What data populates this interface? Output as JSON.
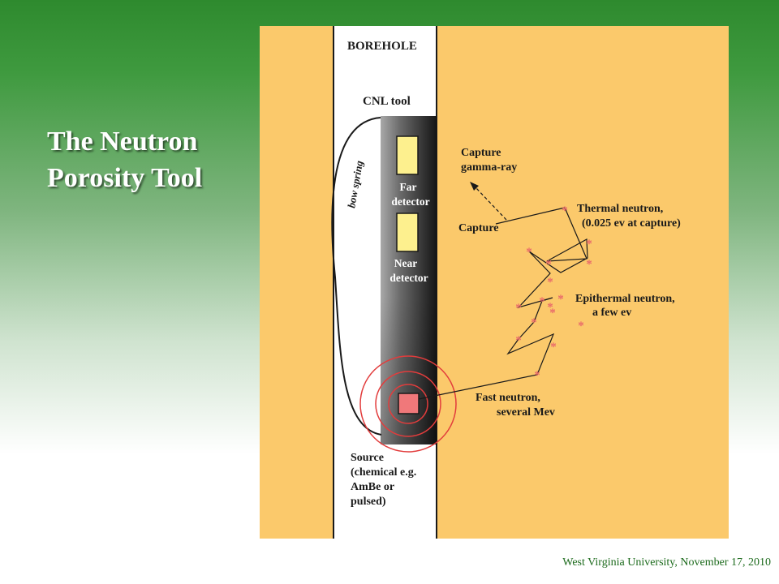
{
  "slide": {
    "title_line1": "The Neutron",
    "title_line2": "Porosity Tool",
    "footer": "West Virginia University, November 17, 2010"
  },
  "diagram": {
    "borehole_label": "BOREHOLE",
    "tool_label": "CNL tool",
    "bow_spring_label": "bow spring",
    "far_detector_line1": "Far",
    "far_detector_line2": "detector",
    "near_detector_line1": "Near",
    "near_detector_line2": "detector",
    "source_line1": "Source",
    "source_line2": "(chemical e.g.",
    "source_line3": "AmBe or",
    "source_line4": "pulsed)",
    "capture_gamma_line1": "Capture",
    "capture_gamma_line2": "gamma-ray",
    "capture_label": "Capture",
    "thermal_line1": "Thermal neutron,",
    "thermal_line2": "(0.025 ev at capture)",
    "epithermal_line1": "Epithermal neutron,",
    "epithermal_line2": "a few ev",
    "fast_line1": "Fast neutron,",
    "fast_line2": "several Mev"
  },
  "colors": {
    "formation": "#fbc96b",
    "borehole": "#ffffff",
    "tool_dark": "#1a1a1a",
    "detector": "#fdf08e",
    "source": "#f0787a",
    "rings": "#e23c3c",
    "star": "#e96a6a"
  }
}
